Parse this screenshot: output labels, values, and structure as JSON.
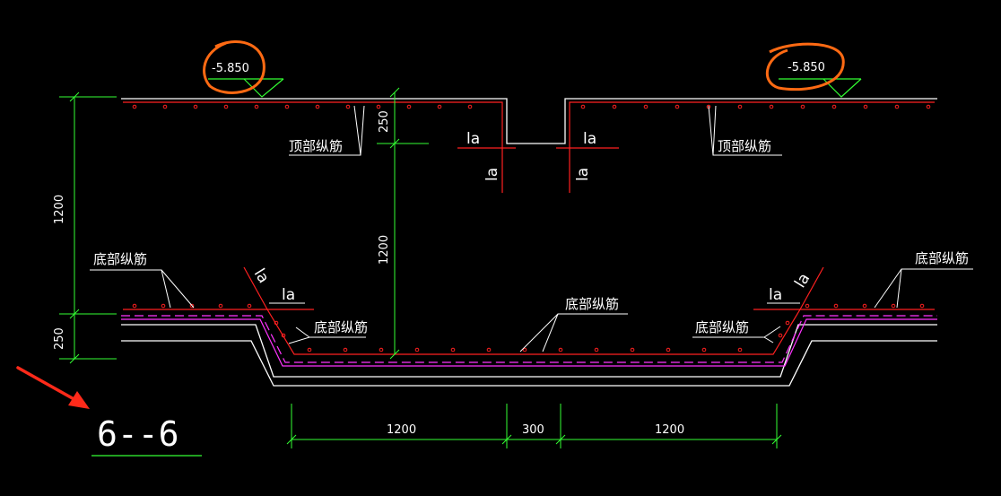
{
  "elevations": [
    "-5.850",
    "-5.850"
  ],
  "labels": {
    "top_rebar": "顶部纵筋",
    "bottom_rebar": "底部纵筋",
    "anchor": "la"
  },
  "dimensions": {
    "height_total": "1200",
    "height_slab": "250",
    "height_inner": "1200",
    "height_top_step": "250",
    "width_left": "1200",
    "width_mid": "300",
    "width_right": "1200"
  },
  "section_name": "6--6",
  "colors": {
    "background": "#000000",
    "concrete": "#ffffff",
    "rebar": "#ff2020",
    "dimension": "#33ff33",
    "waterproof": "#ff33ff",
    "annotation_circle": "#ff6a13",
    "arrow": "#ff2a1a"
  }
}
